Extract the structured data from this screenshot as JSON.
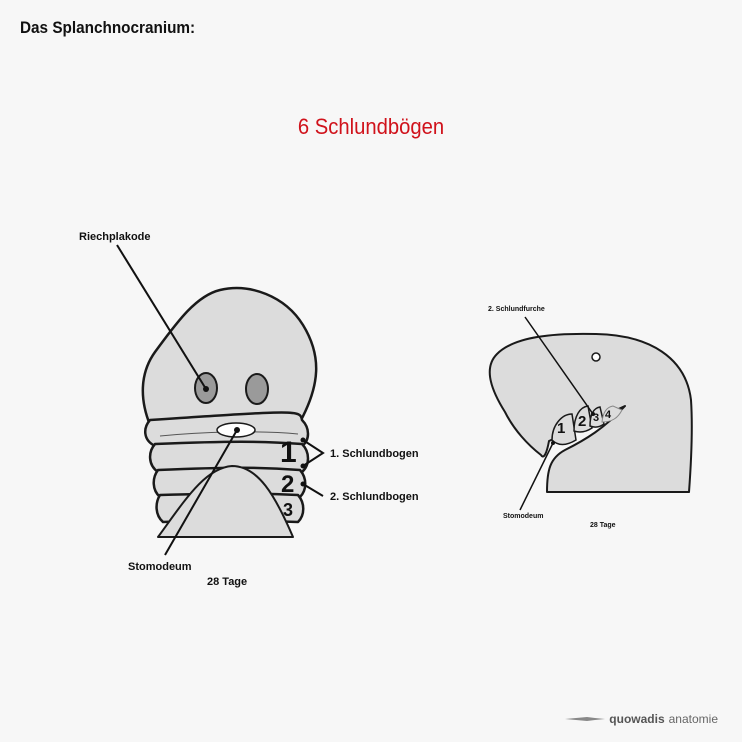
{
  "page": {
    "title": "Das Splanchnocranium:",
    "heading": "6 Schlundbögen"
  },
  "front_view": {
    "labels": {
      "riechplakode": "Riechplakode",
      "schlundbogen_1": "1. Schlundbogen",
      "schlundbogen_2": "2. Schlundbogen",
      "stomodeum": "Stomodeum",
      "age": "28 Tage"
    },
    "arch_numbers": [
      "1",
      "2",
      "3"
    ]
  },
  "side_view": {
    "labels": {
      "schlundfurche_2": "2. Schlundfurche",
      "stomodeum": "Stomodeum",
      "age": "28 Tage"
    },
    "arch_numbers": [
      "1",
      "2",
      "3",
      "4"
    ]
  },
  "brand": {
    "name_bold": "quowadis",
    "name_light": "anatomie"
  },
  "colors": {
    "heading": "#d0121b",
    "embryo_fill": "#dcdcdc",
    "placode_fill": "#9a9a9a",
    "outline": "#1a1a1a"
  }
}
